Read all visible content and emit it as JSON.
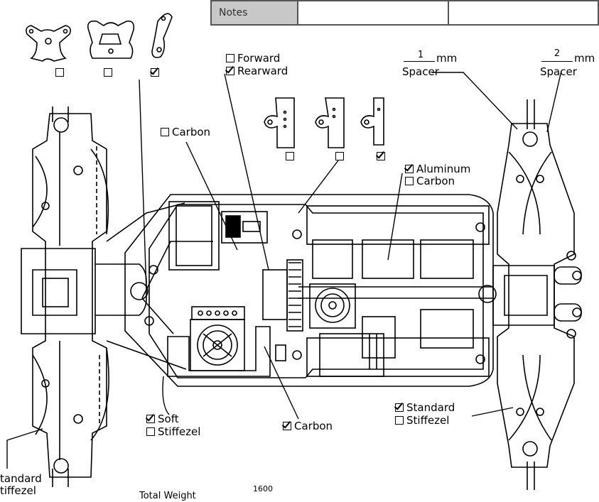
{
  "notes": {
    "label": "Notes",
    "cell1": "",
    "cell2": ""
  },
  "shock_towers": {
    "option1_checked": false,
    "option2_checked": false,
    "option3_checked": true
  },
  "servo_mount": {
    "forward_label": "Forward",
    "forward_checked": false,
    "rearward_label": "Rearward",
    "rearward_checked": true
  },
  "top_deck_carbon": {
    "label": "Carbon",
    "checked": false
  },
  "bulkhead_plates": {
    "option1_checked": false,
    "option2_checked": false,
    "option3_checked": true
  },
  "chassis_material": {
    "aluminum_label": "Aluminum",
    "aluminum_checked": true,
    "carbon_label": "Carbon",
    "carbon_checked": false
  },
  "spacers": {
    "left_value": "1",
    "left_unit": "mm",
    "left_label": "Spacer",
    "right_value": "2",
    "right_unit": "mm",
    "right_label": "Spacer"
  },
  "front_mount": {
    "soft_label": "Soft",
    "soft_checked": true,
    "stiffezel_label": "Stiffezel",
    "stiffezel_checked": false
  },
  "motor_plate": {
    "label": "Carbon",
    "checked": true
  },
  "rear_arm": {
    "standard_label": "Standard",
    "standard_checked": true,
    "stiffezel_label": "Stiffezel",
    "stiffezel_checked": false
  },
  "left_arm": {
    "standard_label": "tandard",
    "stiffezel_label": "tiffezel"
  },
  "footer": {
    "total_weight_label": "Total Weight",
    "total_weight_value": "1600"
  }
}
